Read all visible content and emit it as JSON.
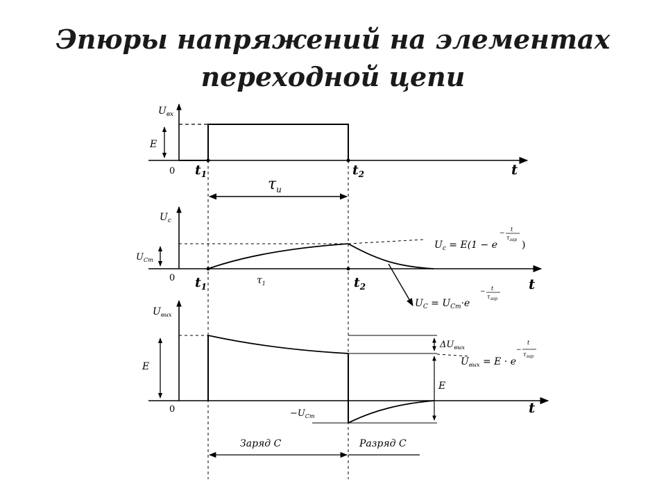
{
  "title": {
    "line1": "Эпюры напряжений на элементах",
    "line2": "переходной цепи"
  },
  "panel_input": {
    "y_label": "U",
    "y_label_sub": "вх",
    "amplitude_label": "E",
    "origin_label": "0",
    "t1_label": "t",
    "t1_sub": "1",
    "t2_label": "t",
    "t2_sub": "2",
    "axis_label": "t",
    "pulse_width_label": "τ",
    "pulse_width_sub": "и"
  },
  "panel_capacitor": {
    "y_label": "U",
    "y_label_sub": "c",
    "level_label": "U",
    "level_label_sub": "Cm",
    "origin_label": "0",
    "t1_label": "t",
    "t1_sub": "1",
    "t2_label": "t",
    "t2_sub": "2",
    "axis_label": "t",
    "tau_label": "τ",
    "tau_sub": "1",
    "charge_formula": {
      "lhs": "U",
      "lhs_sub": "c",
      "rhs": " = E(1 − e",
      "close": ")",
      "exp_num": "t",
      "exp_den": "τ",
      "exp_den_sub": "зар"
    },
    "discharge_formula": {
      "lhs": "U",
      "lhs_sub": "C",
      "mid": " = U",
      "mid_sub": "Cm",
      "rhs": "·e",
      "exp_num": "t",
      "exp_den": "τ",
      "exp_den_sub": "зар"
    }
  },
  "panel_output": {
    "y_label": "U",
    "y_label_sub": "вых",
    "amplitude_label": "E",
    "origin_label": "0",
    "axis_label": "t",
    "neg_level_label": "−U",
    "neg_level_sub": "Cm",
    "delta_label": "ΔU",
    "delta_sub": "вых",
    "right_e_label": "E",
    "formula": {
      "lhs": "U",
      "lhs_sub": "вых",
      "rhs": " = E · e",
      "exp_num": "t",
      "exp_den": "τ",
      "exp_den_sub": "зар"
    },
    "charge_span_label": "Заряд C",
    "discharge_span_label": "Разряд C"
  }
}
